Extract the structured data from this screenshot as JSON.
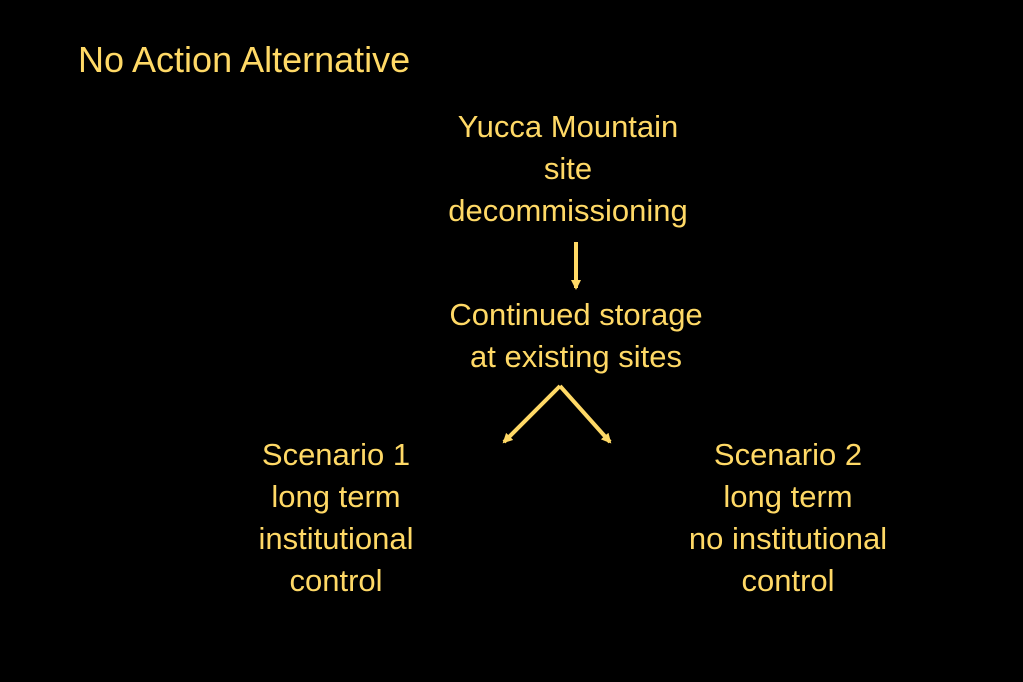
{
  "slide": {
    "title": "No Action Alternative",
    "accent_color": "#FFD966",
    "background_color": "#000000"
  },
  "flowchart": {
    "top_node": {
      "lines": [
        "Yucca Mountain",
        "site",
        "decommissioning"
      ]
    },
    "middle_node": {
      "lines": [
        "Continued storage",
        "at existing sites"
      ]
    },
    "left_node": {
      "lines": [
        "Scenario 1",
        "long term",
        "institutional",
        "control"
      ]
    },
    "right_node": {
      "lines": [
        "Scenario 2",
        "long term",
        "no institutional",
        "control"
      ]
    },
    "edges": [
      {
        "from": "top_node",
        "to": "middle_node"
      },
      {
        "from": "middle_node",
        "to": "left_node"
      },
      {
        "from": "middle_node",
        "to": "right_node"
      }
    ]
  }
}
